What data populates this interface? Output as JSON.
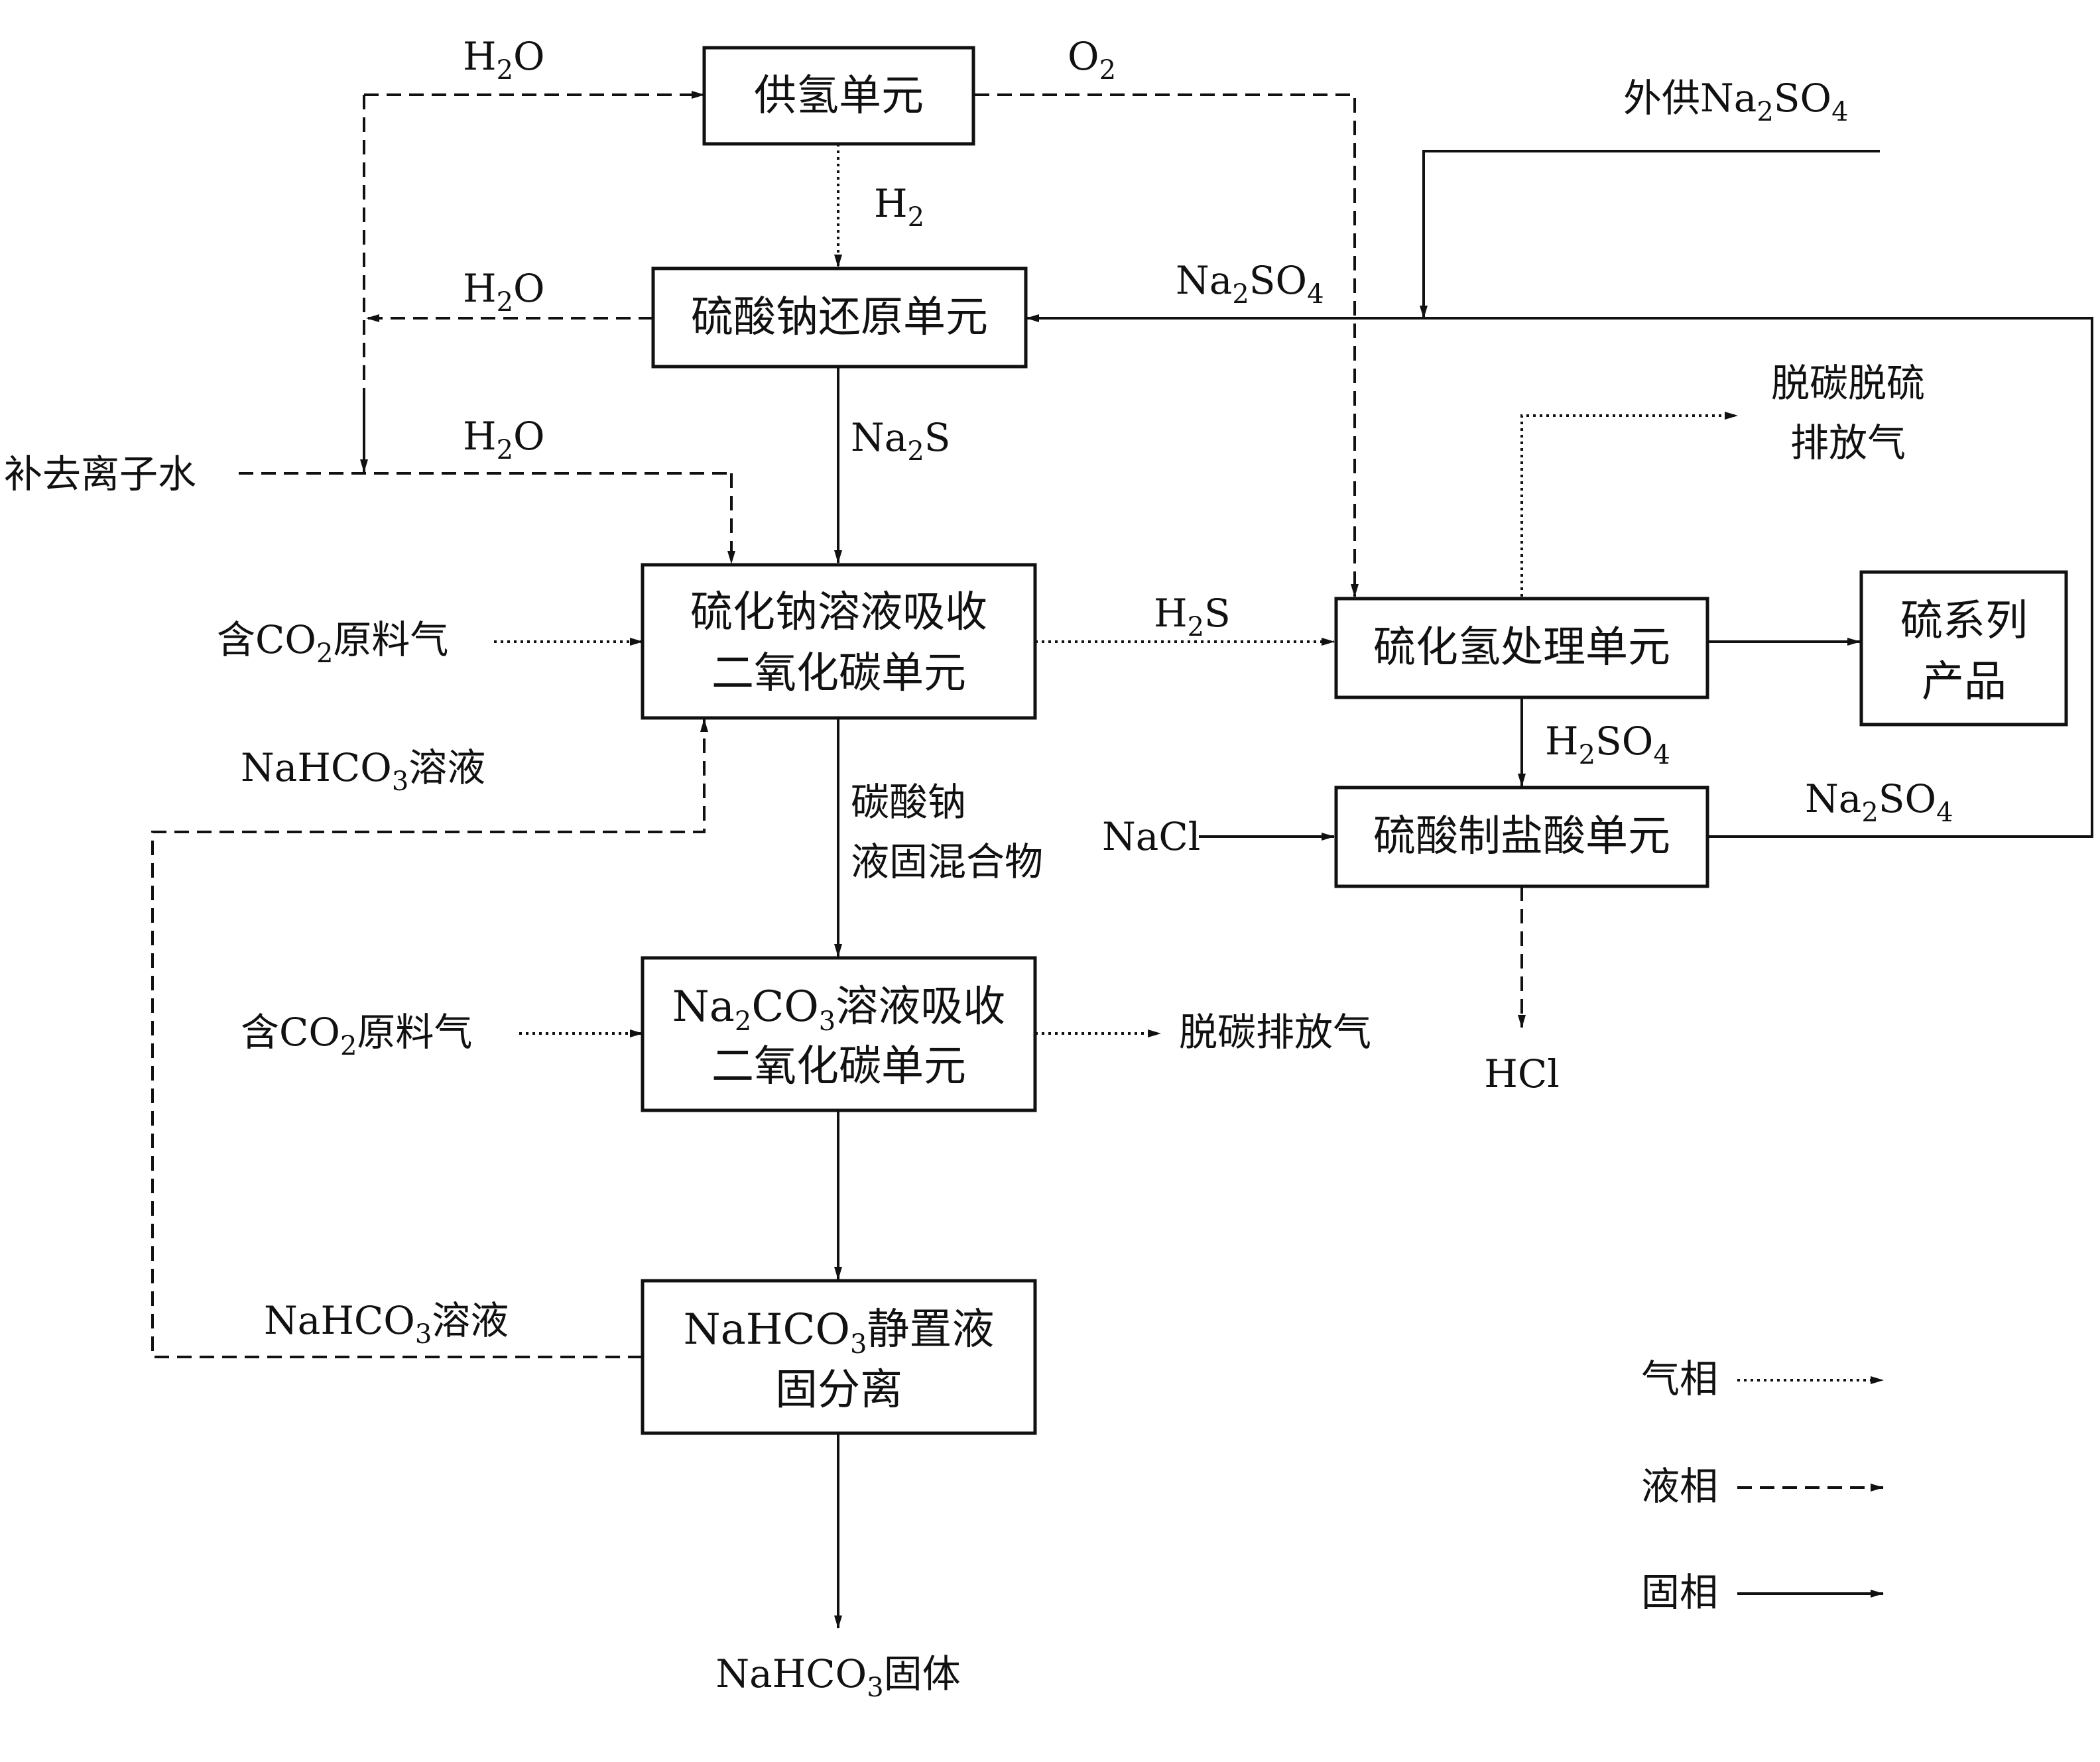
{
  "units": {
    "hydrogen_supply": {
      "line1": "供氢单元"
    },
    "sulfate_reduction": {
      "line1": "硫酸钠还原单元"
    },
    "na2s_absorption": {
      "line1": "硫化钠溶液吸收",
      "line2": "二氧化碳单元"
    },
    "h2s_treatment": {
      "line1": "硫化氢处理单元"
    },
    "sulfur_products": {
      "line1": "硫系列",
      "line2": "产品"
    },
    "acid_to_hcl": {
      "line1": "硫酸制盐酸单元"
    },
    "na2co3_absorption": {
      "line1_pre": "Na",
      "line1_sub": "2",
      "line1_mid": "CO",
      "line1_sub2": "3",
      "line1_post": "溶液吸收",
      "line2": "二氧化碳单元"
    },
    "nahco3_separation": {
      "line1_pre": "NaHCO",
      "line1_sub": "3",
      "line1_post": "静置液",
      "line2": "固分离"
    }
  },
  "streams": {
    "h2o_top": {
      "pre": "H",
      "sub": "2",
      "post": "O"
    },
    "o2": {
      "pre": "O",
      "sub": "2",
      "post": ""
    },
    "external_na2so4": {
      "pre": "外供Na",
      "sub": "2",
      "mid": "SO",
      "sub2": "4"
    },
    "h2": {
      "pre": "H",
      "sub": "2",
      "post": ""
    },
    "h2o_mid": {
      "pre": "H",
      "sub": "2",
      "post": "O"
    },
    "na2so4_return": {
      "pre": "Na",
      "sub": "2",
      "mid": "SO",
      "sub2": "4"
    },
    "decarb_desulf_gas": {
      "line1": "脱碳脱硫",
      "line2": "排放气"
    },
    "makeup_water": {
      "text": "补去离子水"
    },
    "h2o_low": {
      "pre": "H",
      "sub": "2",
      "post": "O"
    },
    "na2s": {
      "pre": "Na",
      "sub": "2",
      "post": "S"
    },
    "feed_gas_1": {
      "pre": "含CO",
      "sub": "2",
      "post": "原料气"
    },
    "h2s": {
      "pre": "H",
      "sub": "2",
      "post": "S"
    },
    "nahco3_recycle_1": {
      "pre": "NaHCO",
      "sub": "3",
      "post": "溶液"
    },
    "h2so4": {
      "pre": "H",
      "sub": "2",
      "mid": "SO",
      "sub2": "4"
    },
    "carbonate_slurry": {
      "line1": "碳酸钠",
      "line2": "液固混合物"
    },
    "nacl": {
      "text": "NaCl"
    },
    "na2so4_out": {
      "pre": "Na",
      "sub": "2",
      "mid": "SO",
      "sub2": "4"
    },
    "feed_gas_2": {
      "pre": "含CO",
      "sub": "2",
      "post": "原料气"
    },
    "decarb_gas": {
      "text": "脱碳排放气"
    },
    "hcl": {
      "text": "HCl"
    },
    "nahco3_recycle_2": {
      "pre": "NaHCO",
      "sub": "3",
      "post": "溶液"
    },
    "nahco3_solid": {
      "pre": "NaHCO",
      "sub": "3",
      "post": "固体"
    }
  },
  "legend": {
    "gas": "气相",
    "liquid": "液相",
    "solid": "固相"
  }
}
